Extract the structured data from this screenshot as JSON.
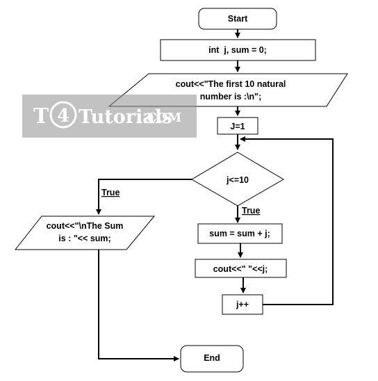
{
  "nodes": {
    "start": "Start",
    "init": "int  j, sum = 0;",
    "print_heading": [
      "cout<<\"The first 10 natural",
      "number is :\\n\";"
    ],
    "assign_j": "J=1",
    "condition": "j<=10",
    "sum_update": "sum = sum + j;",
    "print_j": "cout<<\" \"<<j;",
    "increment": "j++",
    "print_sum": [
      "cout<<\"\\nThe Sum",
      "is : \"<< sum;"
    ],
    "end": "End"
  },
  "edge_labels": {
    "condition_left": "True",
    "condition_down": "True"
  },
  "watermark": {
    "letter_t": "T",
    "digit": "4",
    "brand": "Tutorials",
    "suffix": ".COM"
  }
}
